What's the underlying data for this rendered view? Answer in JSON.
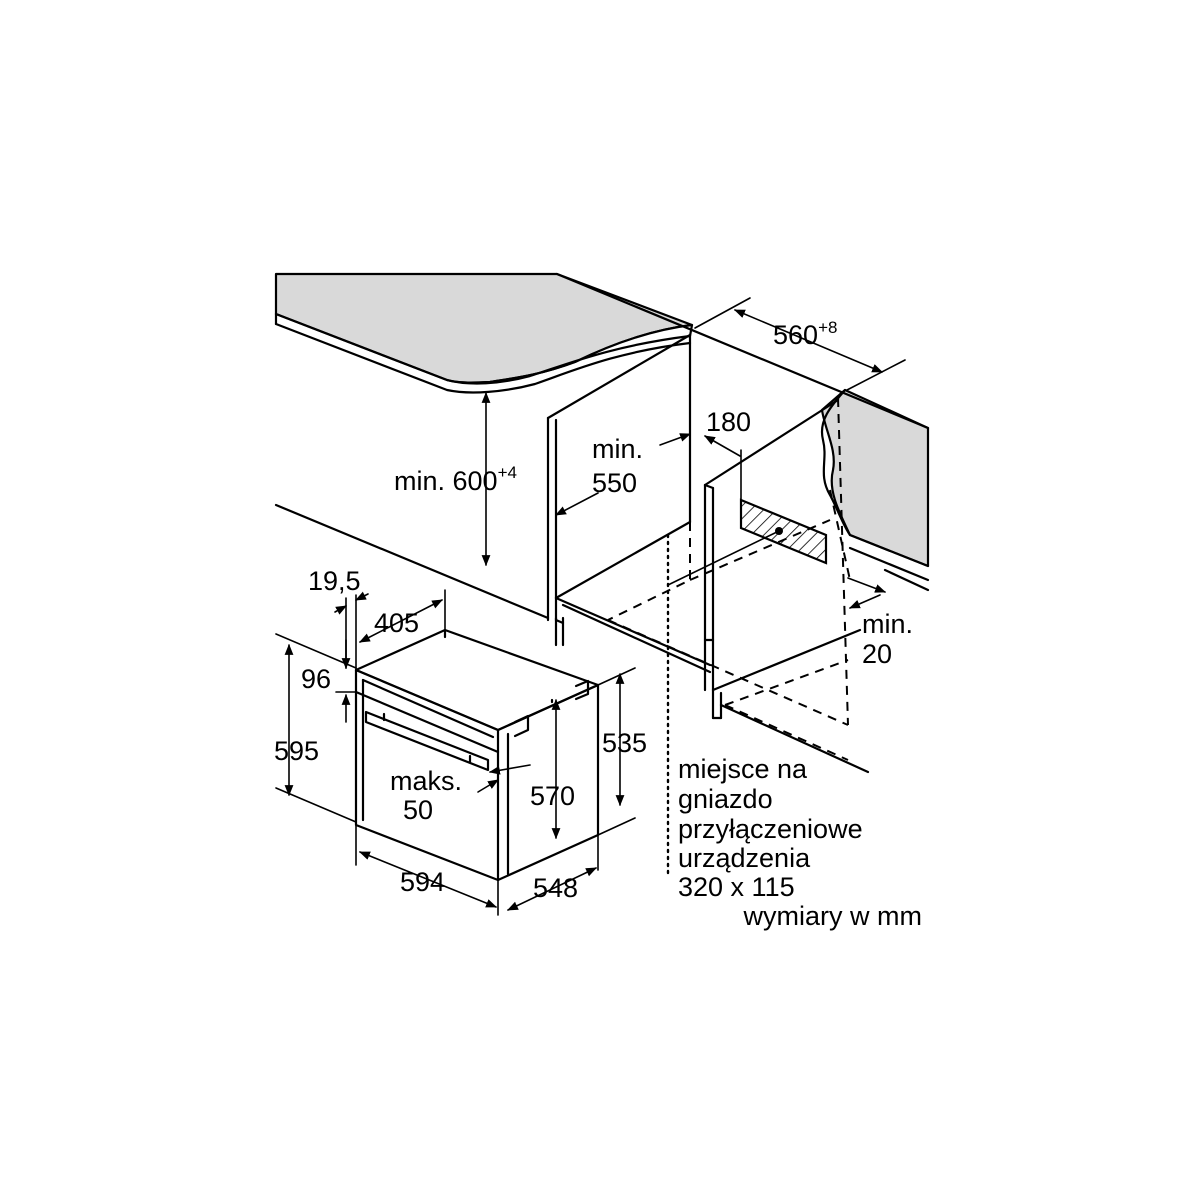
{
  "labels": {
    "width_niche": "560",
    "width_niche_tol": "+8",
    "socket_offset": "180",
    "depth_niche_min_prefix": "min.",
    "depth_niche_min_value": "550",
    "height_niche": "min. 600",
    "height_niche_tol": "+4",
    "gap_min_prefix": "min.",
    "gap_min_value": "20",
    "front_depth_top": "19,5",
    "panel_height": "405",
    "control_height": "96",
    "total_height": "595",
    "handle_max_prefix": "maks.",
    "handle_max_value": "50",
    "body_height": "570",
    "rear_height": "535",
    "total_width": "594",
    "body_depth": "548",
    "socket_note": [
      "miejsce na",
      "gniazdo",
      "przyłączeniowe",
      "urządzenia",
      "320 x 115"
    ],
    "units_note": "wymiary w mm"
  },
  "colors": {
    "countertop": "#d9d9d9",
    "line": "#000000",
    "background": "#ffffff"
  }
}
